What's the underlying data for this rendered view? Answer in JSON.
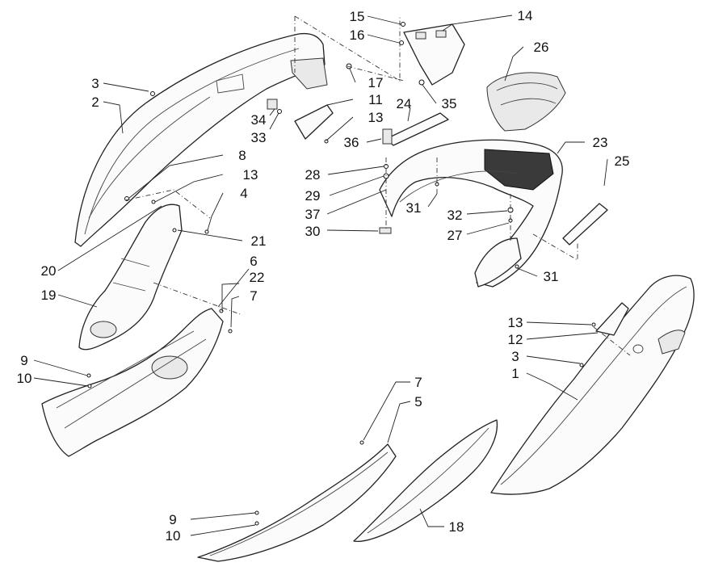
{
  "callouts": {
    "c1": "1",
    "c2": "2",
    "c3a": "3",
    "c3b": "3",
    "c4": "4",
    "c5": "5",
    "c6": "6",
    "c7a": "7",
    "c7b": "7",
    "c8": "8",
    "c9a": "9",
    "c9b": "9",
    "c10a": "10",
    "c10b": "10",
    "c11": "11",
    "c12": "12",
    "c13a": "13",
    "c13b": "13",
    "c13c": "13",
    "c14": "14",
    "c15": "15",
    "c16": "16",
    "c17": "17",
    "c18": "18",
    "c19": "19",
    "c20": "20",
    "c21": "21",
    "c22": "22",
    "c23": "23",
    "c24": "24",
    "c25": "25",
    "c26": "26",
    "c27": "27",
    "c28": "28",
    "c29": "29",
    "c30": "30",
    "c31a": "31",
    "c31b": "31",
    "c32": "32",
    "c33": "33",
    "c34": "34",
    "c35": "35",
    "c36": "36",
    "c37": "37"
  }
}
